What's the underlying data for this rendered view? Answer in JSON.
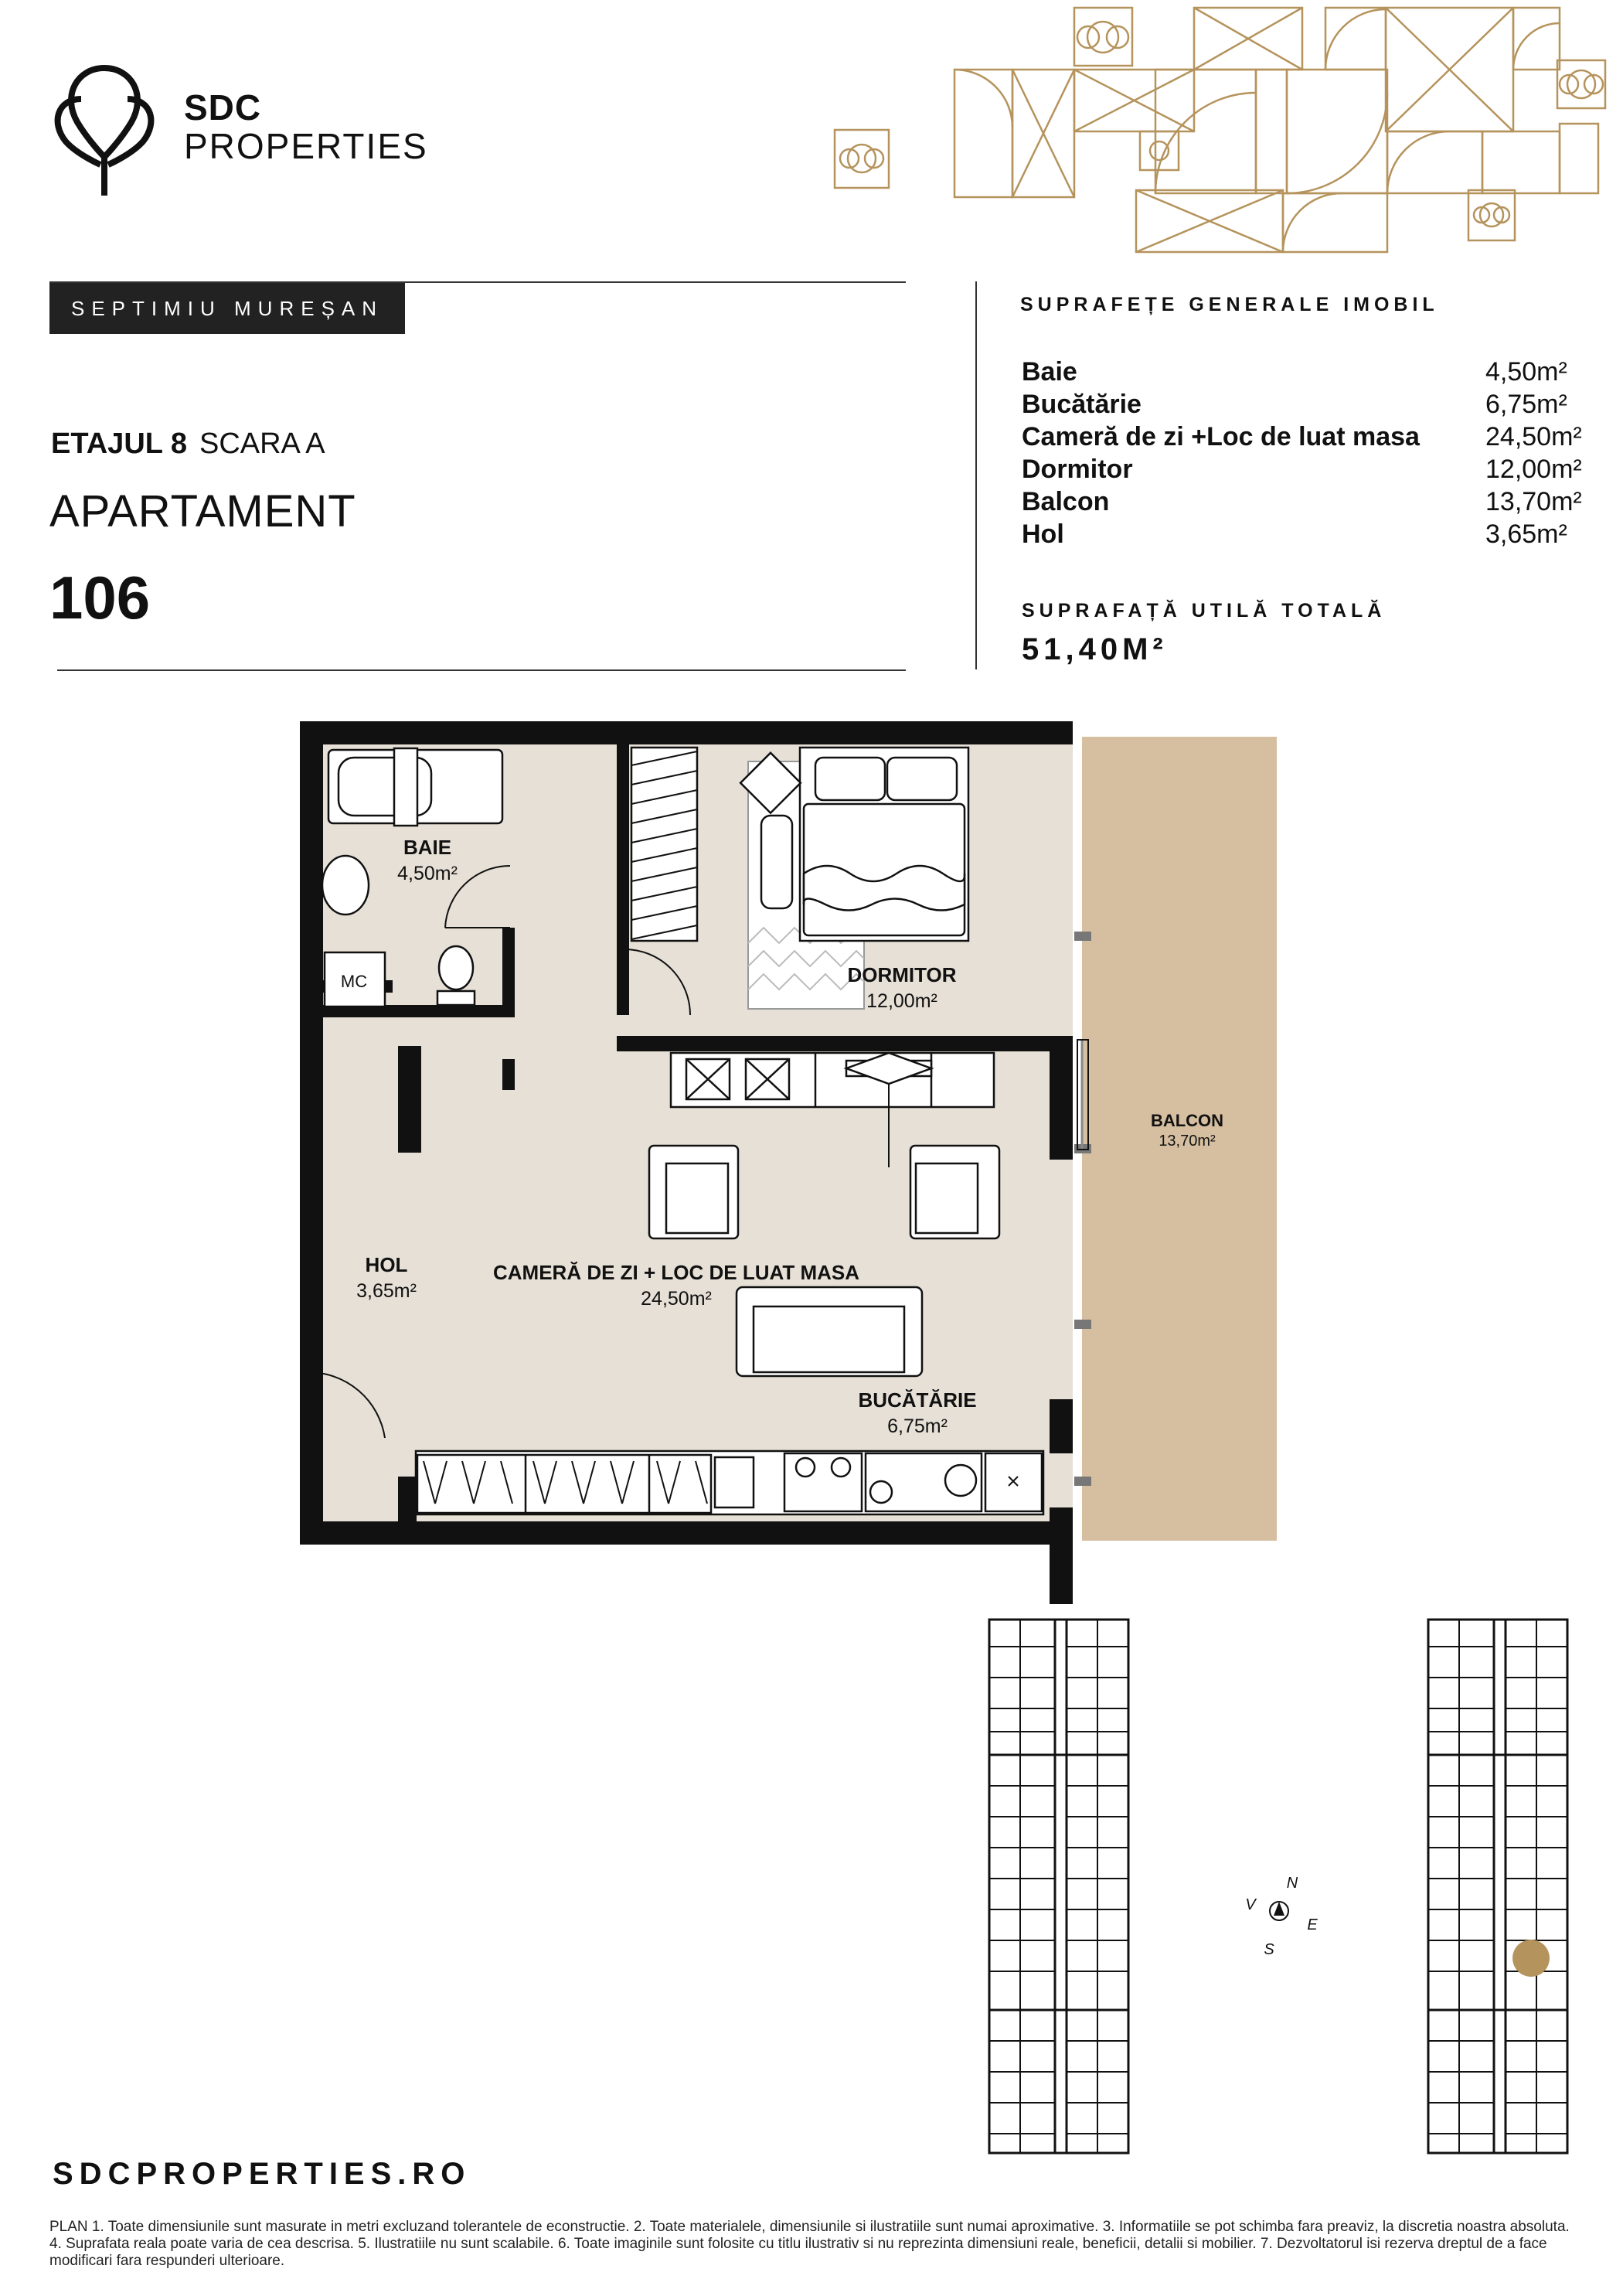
{
  "brand": {
    "line1": "SDC",
    "line2": "PROPERTIES",
    "accent": "#b5935c"
  },
  "project_tag": "SEPTIMIU MUREȘAN",
  "floor": {
    "etaj": "ETAJUL 8",
    "scara": "SCARA A"
  },
  "apartment": {
    "title": "APARTAMENT",
    "number": "106"
  },
  "summary": {
    "title": "SUPRAFEȚE GENERALE IMOBIL",
    "rows": [
      {
        "name": "Baie",
        "value": "4,50m²"
      },
      {
        "name": "Bucătărie",
        "value": "6,75m²"
      },
      {
        "name": "Cameră de zi +Loc de luat masa",
        "value": "24,50m²"
      },
      {
        "name": "Dormitor",
        "value": "12,00m²"
      },
      {
        "name": "Balcon",
        "value": "13,70m²"
      },
      {
        "name": "Hol",
        "value": "3,65m²"
      }
    ],
    "total_label": "SUPRAFAȚĂ UTILĂ TOTALĂ",
    "total_value": "51,40M²"
  },
  "plan": {
    "colors": {
      "floor": "#e6e0d6",
      "balcony": "#d6bfa1",
      "wall": "#111111",
      "marker": "#b5935c"
    },
    "rooms": {
      "baie": {
        "label": "BAIE",
        "area": "4,50m²"
      },
      "dormitor": {
        "label": "DORMITOR",
        "area": "12,00m²"
      },
      "balcon": {
        "label": "BALCON",
        "area": "13,70m²"
      },
      "hol": {
        "label": "HOL",
        "area": "3,65m²"
      },
      "living": {
        "label": "CAMERĂ DE ZI  + LOC DE LUAT MASA",
        "area": "24,50m²"
      },
      "bucatarie": {
        "label": "BUCĂTĂRIE",
        "area": "6,75m²"
      }
    },
    "mc_label": "MC"
  },
  "compass": {
    "n": "N",
    "e": "E",
    "s": "S",
    "v": "V"
  },
  "footer": {
    "url": "SDCPROPERTIES.RO",
    "disclaimer": "PLAN 1. Toate dimensiunile sunt masurate in metri excluzand tolerantele de econstructie. 2. Toate materialele, dimensiunile si ilustratiile sunt numai aproximative. 3. Informatiile se pot schimba fara preaviz, la discretia noastra absoluta. 4. Suprafata reala poate varia de cea descrisa. 5. Ilustratiile nu sunt scalabile. 6. Toate imaginile sunt folosite cu titlu ilustrativ si nu reprezinta dimensiuni reale, beneficii, detalii si mobilier. 7. Dezvoltatorul isi rezerva dreptul de a face modificari fara respunderi ulterioare."
  }
}
